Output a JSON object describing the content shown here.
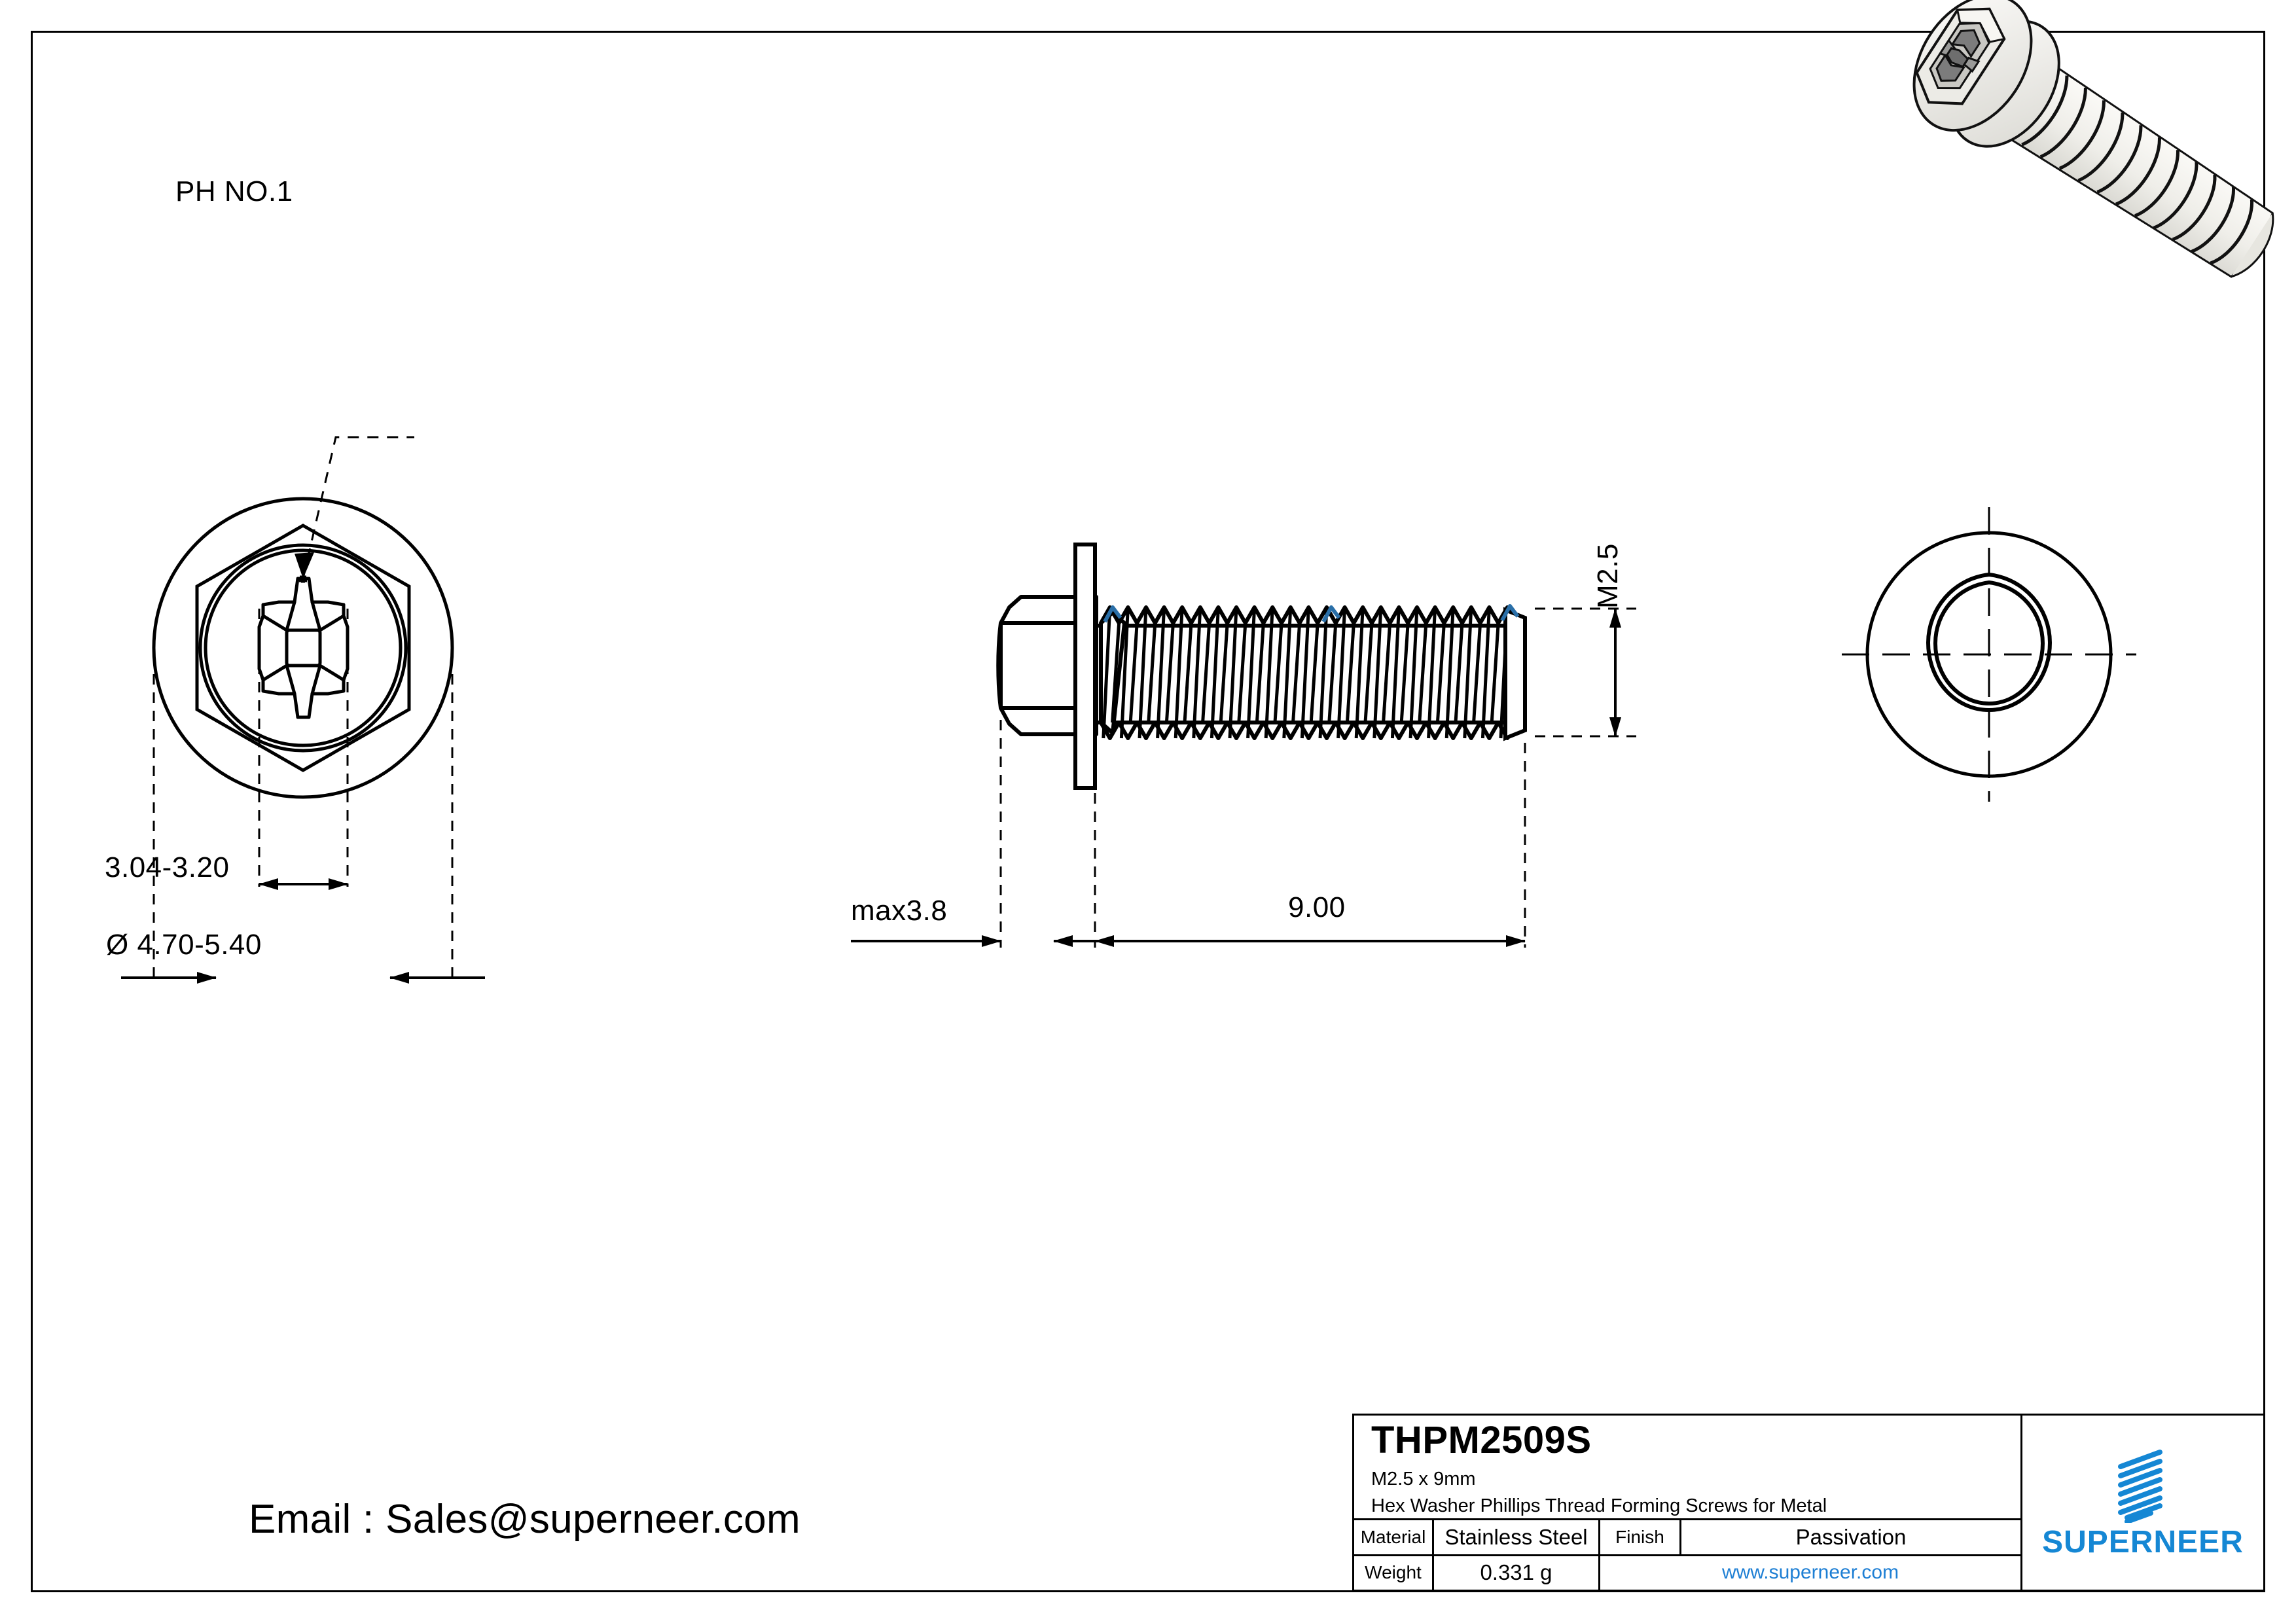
{
  "drawing": {
    "part_code": "THPM2509S",
    "size": "M2.5 x 9mm",
    "description": "Hex Washer Phillips Thread Forming Screws for Metal",
    "email_line": "Email : Sales@superneer.com"
  },
  "annotations": {
    "recess_callout": "PH NO.1",
    "recess_width": "3.04-3.20",
    "head_diameter": "Ø 4.70-5.40",
    "head_height": "max3.8",
    "thread_length": "9.00",
    "thread_size": "M2.5"
  },
  "title_block": {
    "material_label": "Material",
    "material_value": "Stainless Steel",
    "finish_label": "Finish",
    "finish_value": "Passivation",
    "weight_label": "Weight",
    "weight_value": "0.331 g",
    "website": "www.superneer.com",
    "brand": "SUPERNEER"
  },
  "colors": {
    "brand_blue": "#1587D4",
    "link_blue": "#1E7FD4",
    "line": "#000000",
    "thread_highlight": "#2A6FA8",
    "render_body": "#EFEEE9",
    "render_shade": "#6E6E6E"
  }
}
